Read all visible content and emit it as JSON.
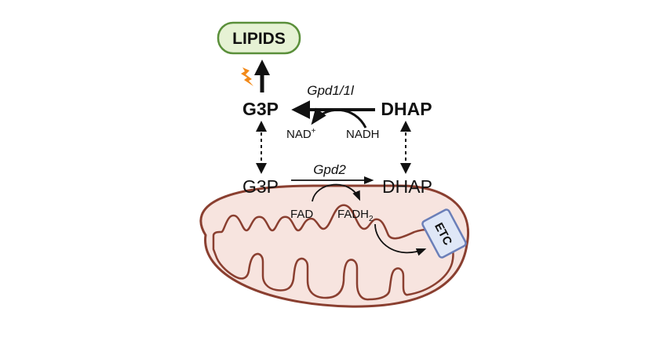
{
  "colors": {
    "lipids_fill": "#e6f2d4",
    "lipids_stroke": "#5a8f3a",
    "mito_outer": "#8a3f30",
    "mito_fill": "#f7e4df",
    "etc_fill": "#dfe7f7",
    "etc_stroke": "#6b7fb8",
    "lightning": "#f28a1a",
    "arrow": "#111111"
  },
  "labels": {
    "lipids": "LIPIDS",
    "g3p_top": "G3P",
    "dhap_top": "DHAP",
    "enzyme_top": "Gpd1/1l",
    "nad": "NAD",
    "nad_sup": "+",
    "nadh": "NADH",
    "g3p_bottom": "G3P",
    "dhap_bottom": "DHAP",
    "enzyme_bottom": "Gpd2",
    "fad": "FAD",
    "fadh": "FADH",
    "fadh_sub": "2",
    "etc": "ETC"
  },
  "icons": [
    "lightning-icon"
  ]
}
